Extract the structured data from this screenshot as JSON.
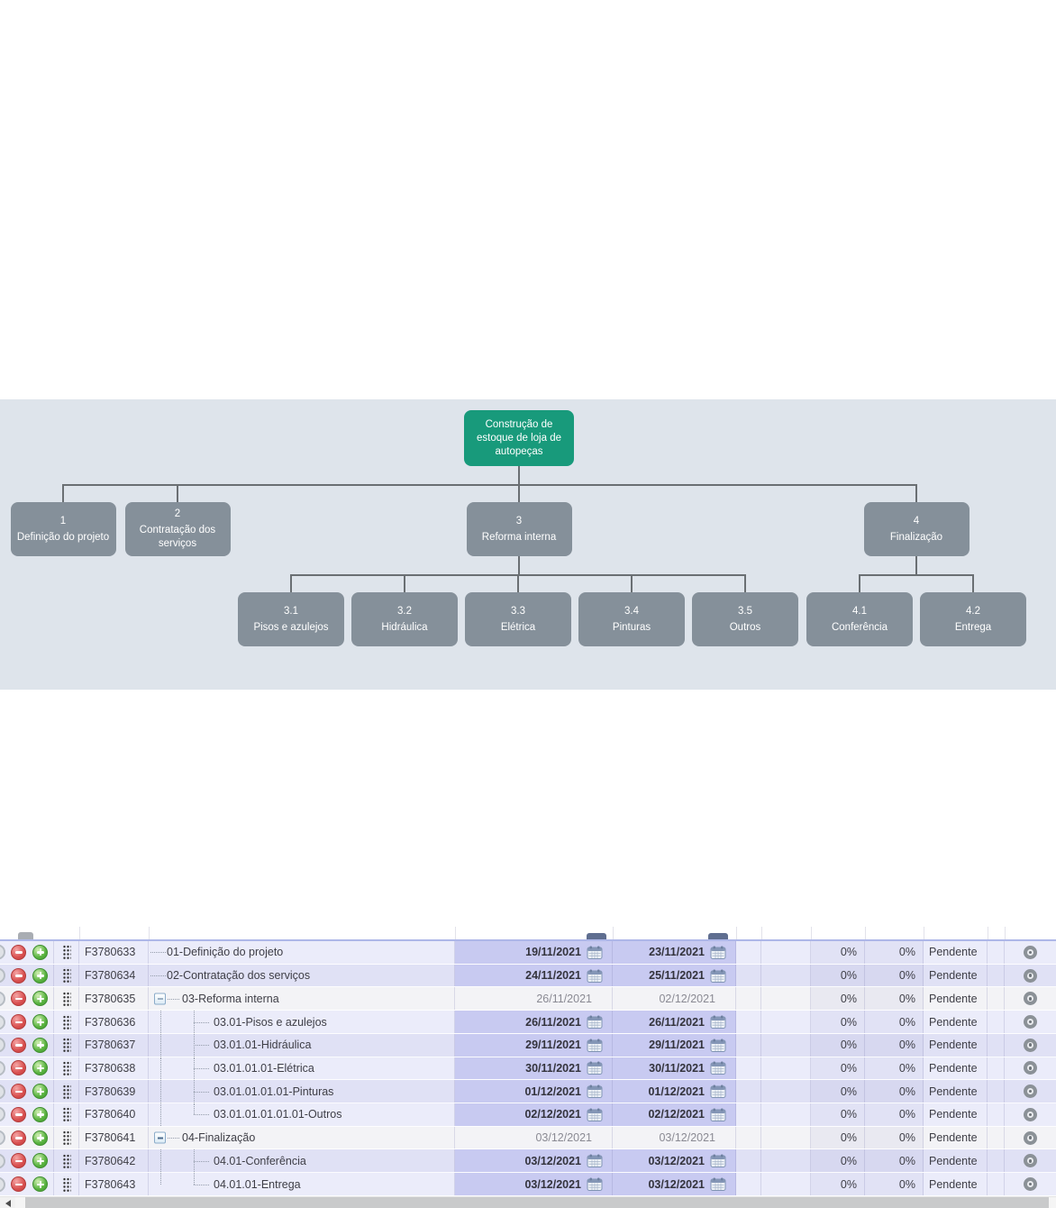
{
  "org_chart": {
    "root": {
      "label": "Construção de estoque de loja de autopeças"
    },
    "level1": [
      {
        "code": "1",
        "label": "Definição do projeto"
      },
      {
        "code": "2",
        "label": "Contratação dos serviços"
      },
      {
        "code": "3",
        "label": "Reforma interna"
      },
      {
        "code": "4",
        "label": "Finalização"
      }
    ],
    "level2": [
      {
        "code": "3.1",
        "label": "Pisos e azulejos"
      },
      {
        "code": "3.2",
        "label": "Hidráulica"
      },
      {
        "code": "3.3",
        "label": "Elétrica"
      },
      {
        "code": "3.4",
        "label": "Pinturas"
      },
      {
        "code": "3.5",
        "label": "Outros"
      },
      {
        "code": "4.1",
        "label": "Conferência"
      },
      {
        "code": "4.2",
        "label": "Entrega"
      }
    ],
    "colors": {
      "root": "#189a7b",
      "node": "#85909a",
      "connector": "#6a6f73"
    }
  },
  "table": {
    "rows": [
      {
        "id": "F3780633",
        "task": "01-Definição do projeto",
        "level": 0,
        "collapsible": false,
        "editable": true,
        "start": "19/11/2021",
        "end": "23/11/2021",
        "pct_start": "0%",
        "pct_end": "0%",
        "status": "Pendente"
      },
      {
        "id": "F3780634",
        "task": "02-Contratação dos serviços",
        "level": 0,
        "collapsible": false,
        "editable": true,
        "start": "24/11/2021",
        "end": "25/11/2021",
        "pct_start": "0%",
        "pct_end": "0%",
        "status": "Pendente"
      },
      {
        "id": "F3780635",
        "task": "03-Reforma interna",
        "level": 0,
        "collapsible": true,
        "editable": false,
        "start": "26/11/2021",
        "end": "02/12/2021",
        "pct_start": "0%",
        "pct_end": "0%",
        "status": "Pendente"
      },
      {
        "id": "F3780636",
        "task": "03.01-Pisos e azulejos",
        "level": 1,
        "collapsible": false,
        "editable": true,
        "start": "26/11/2021",
        "end": "26/11/2021",
        "pct_start": "0%",
        "pct_end": "0%",
        "status": "Pendente"
      },
      {
        "id": "F3780637",
        "task": "03.01.01-Hidráulica",
        "level": 1,
        "collapsible": false,
        "editable": true,
        "start": "29/11/2021",
        "end": "29/11/2021",
        "pct_start": "0%",
        "pct_end": "0%",
        "status": "Pendente"
      },
      {
        "id": "F3780638",
        "task": "03.01.01.01-Elétrica",
        "level": 1,
        "collapsible": false,
        "editable": true,
        "start": "30/11/2021",
        "end": "30/11/2021",
        "pct_start": "0%",
        "pct_end": "0%",
        "status": "Pendente"
      },
      {
        "id": "F3780639",
        "task": "03.01.01.01.01-Pinturas",
        "level": 1,
        "collapsible": false,
        "editable": true,
        "start": "01/12/2021",
        "end": "01/12/2021",
        "pct_start": "0%",
        "pct_end": "0%",
        "status": "Pendente"
      },
      {
        "id": "F3780640",
        "task": "03.01.01.01.01.01-Outros",
        "level": 1,
        "collapsible": false,
        "editable": true,
        "start": "02/12/2021",
        "end": "02/12/2021",
        "pct_start": "0%",
        "pct_end": "0%",
        "status": "Pendente",
        "last_child": true
      },
      {
        "id": "F3780641",
        "task": "04-Finalização",
        "level": 0,
        "collapsible": true,
        "editable": false,
        "start": "03/12/2021",
        "end": "03/12/2021",
        "pct_start": "0%",
        "pct_end": "0%",
        "status": "Pendente"
      },
      {
        "id": "F3780642",
        "task": "04.01-Conferência",
        "level": 1,
        "collapsible": false,
        "editable": true,
        "start": "03/12/2021",
        "end": "03/12/2021",
        "pct_start": "0%",
        "pct_end": "0%",
        "status": "Pendente"
      },
      {
        "id": "F3780643",
        "task": "04.01.01-Entrega",
        "level": 1,
        "collapsible": false,
        "editable": true,
        "start": "03/12/2021",
        "end": "03/12/2021",
        "pct_start": "0%",
        "pct_end": "0%",
        "status": "Pendente",
        "last_child": true,
        "last_overall": true
      }
    ]
  }
}
